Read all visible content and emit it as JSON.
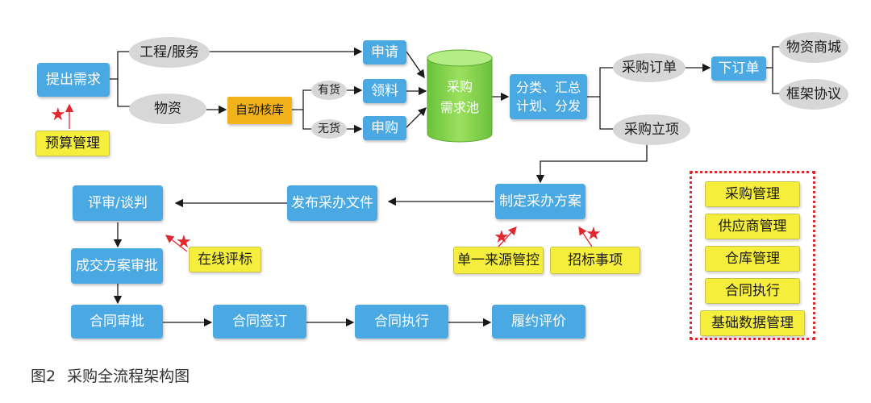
{
  "nodes": {
    "propose": "提出需求",
    "eng_service": "工程/服务",
    "materials": "物资",
    "auto_check": "自动核库",
    "in_stock": "有货",
    "out_stock": "无货",
    "apply": "申请",
    "receive": "领料",
    "purchase_req": "申购",
    "pool_line1": "采购",
    "pool_line2": "需求池",
    "classify_line1": "分类、汇总",
    "classify_line2": "计划、分发",
    "po": "采购订单",
    "place_order": "下订单",
    "mall": "物资商城",
    "framework": "框架协议",
    "project": "采购立项",
    "budget": "预算管理",
    "plan": "制定采办方案",
    "publish": "发布采办文件",
    "review": "评审/谈判",
    "online_eval": "在线评标",
    "single_source": "单一来源管控",
    "bidding": "招标事项",
    "deal_approval": "成交方案审批",
    "contract_approval": "合同审批",
    "contract_sign": "合同签订",
    "contract_exec": "合同执行",
    "performance": "履约评价"
  },
  "legend": [
    "采购管理",
    "供应商管理",
    "仓库管理",
    "合同执行",
    "基础数据管理"
  ],
  "caption": {
    "number": "图2",
    "title": "采购全流程架构图"
  },
  "colors": {
    "process": "#4aa8e3",
    "module": "#f5ee3d",
    "auto": "#f1b21a",
    "pool": "#7ccf45",
    "star": "#e0282e",
    "edge": "#1a1a1a"
  }
}
